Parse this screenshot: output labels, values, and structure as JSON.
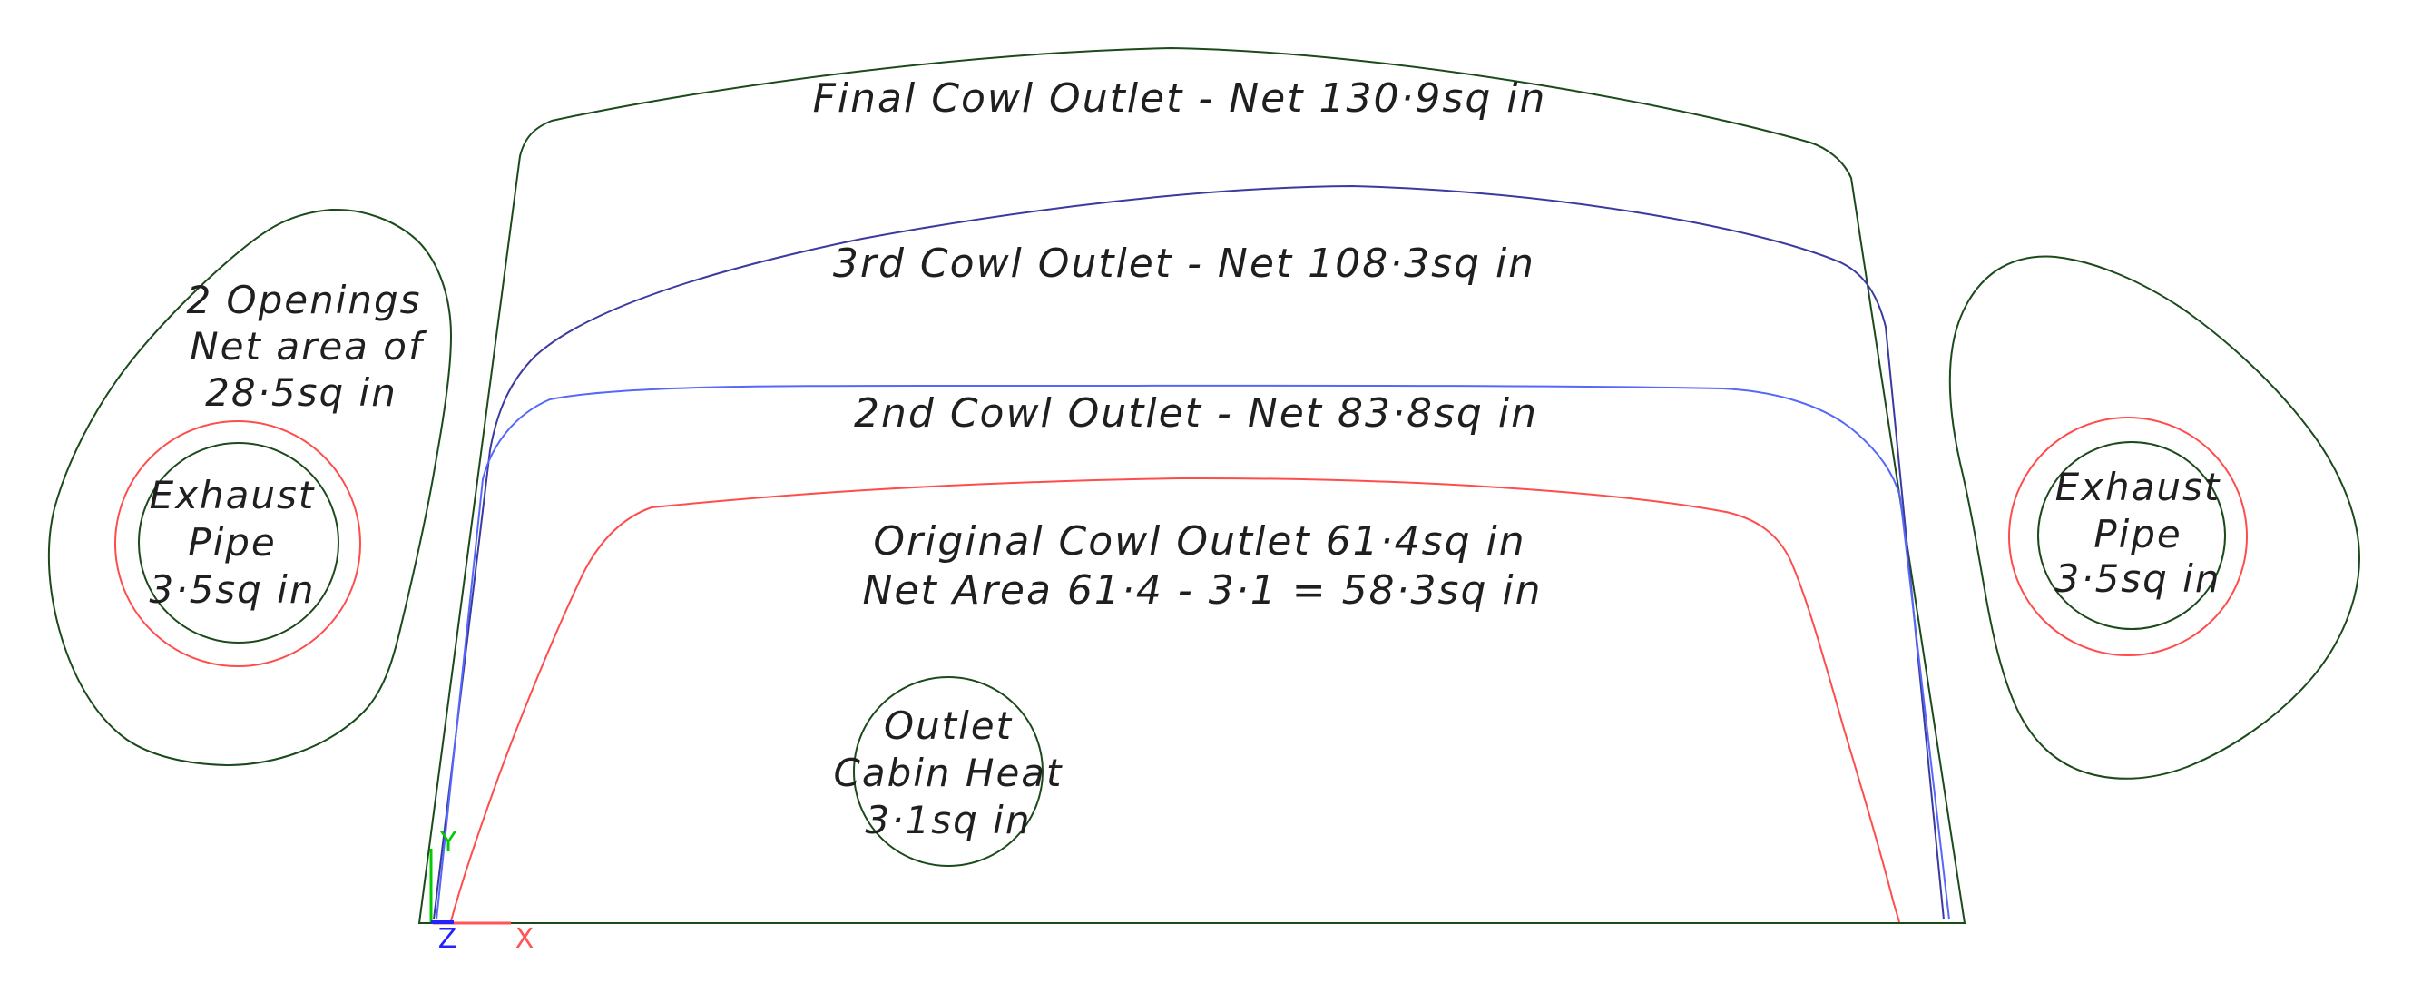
{
  "drawing": {
    "background": "#ffffff",
    "labels": {
      "final_cowl": "Final Cowl Outlet - Net 130·9sq in",
      "third_cowl": "3rd Cowl Outlet - Net 108·3sq in",
      "second_cowl": "2nd Cowl Outlet - Net 83·8sq in",
      "original_cowl_line1": "Original Cowl Outlet 61·4sq in",
      "original_cowl_line2": "Net Area 61·4 - 3·1 = 58·3sq in"
    },
    "cabin_heat_label": {
      "line1": "Outlet",
      "line2": "Cabin Heat",
      "line3": "3·1sq in"
    },
    "left_opening_label": {
      "line1": "2 Openings",
      "line2": "Net area of",
      "line3": "28·5sq in"
    },
    "left_exhaust_label": {
      "line1": "Exhaust",
      "line2": "Pipe",
      "line3": "3·5sq in"
    },
    "right_exhaust_label": {
      "line1": "Exhaust",
      "line2": "Pipe",
      "line3": "3·5sq in"
    },
    "axis": {
      "x_label": "X",
      "y_label": "Y",
      "z_label": "Z"
    },
    "colors": {
      "outline_green": "#1b4a1b",
      "third_cowl_navy": "#3a3aa0",
      "second_cowl_blue": "#5668fa",
      "original_cowl_red": "#ff4d4d",
      "exhaust_ring_red": "#ff4d4d",
      "axis_x_red": "#ff5555",
      "axis_y_green": "#00cc00",
      "axis_z_blue": "#2222ff",
      "text": "#1f1f1f"
    }
  }
}
